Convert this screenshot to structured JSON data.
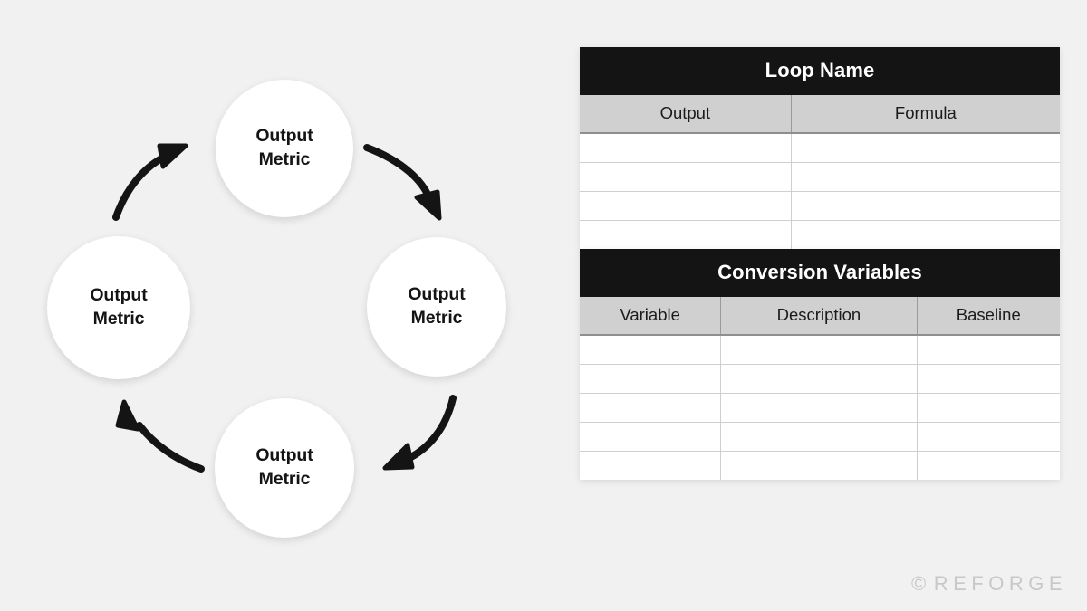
{
  "background_color": "#f1f1f1",
  "diagram": {
    "name": "output-metric-loop",
    "type": "cycle",
    "nodes": [
      {
        "id": "node-top",
        "line1": "Output",
        "line2": "Metric"
      },
      {
        "id": "node-right",
        "line1": "Output",
        "line2": "Metric"
      },
      {
        "id": "node-bottom",
        "line1": "Output",
        "line2": "Metric"
      },
      {
        "id": "node-left",
        "line1": "Output",
        "line2": "Metric"
      }
    ],
    "arrows": [
      {
        "id": "arrow-top-to-right",
        "from": "node-top",
        "to": "node-right"
      },
      {
        "id": "arrow-right-to-bottom",
        "from": "node-right",
        "to": "node-bottom"
      },
      {
        "id": "arrow-bottom-to-left",
        "from": "node-bottom",
        "to": "node-left"
      },
      {
        "id": "arrow-left-to-top",
        "from": "node-left",
        "to": "node-top"
      }
    ],
    "node_fill": "#ffffff",
    "arrow_color": "#141414"
  },
  "tables": {
    "loop": {
      "title": "Loop Name",
      "columns": [
        "Output",
        "Formula"
      ],
      "rows": [
        [
          "",
          ""
        ],
        [
          "",
          ""
        ],
        [
          "",
          ""
        ],
        [
          "",
          ""
        ]
      ]
    },
    "conversion": {
      "title": "Conversion Variables",
      "columns": [
        "Variable",
        "Description",
        "Baseline"
      ],
      "rows": [
        [
          "",
          "",
          ""
        ],
        [
          "",
          "",
          ""
        ],
        [
          "",
          "",
          ""
        ],
        [
          "",
          "",
          ""
        ],
        [
          "",
          "",
          ""
        ]
      ]
    },
    "title_bg": "#141414",
    "title_color": "#ffffff",
    "header_bg": "#d0d0d0",
    "cell_bg": "#ffffff",
    "grid_color": "#cfcfcf"
  },
  "watermark": {
    "symbol": "©",
    "text": "REFORGE",
    "color": "#c8c8c8"
  }
}
